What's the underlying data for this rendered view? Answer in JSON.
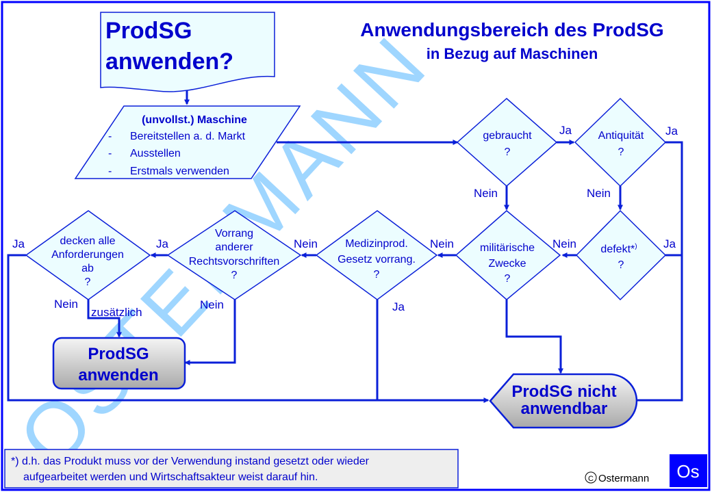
{
  "title": {
    "line1": "Anwendungsbereich des ProdSG",
    "line2": "in Bezug auf Maschinen"
  },
  "watermark": "OSTERMANN",
  "start": {
    "line1": "ProdSG",
    "line2": "anwenden?"
  },
  "input": {
    "heading": "(unvollst.) Maschine",
    "items": [
      "Bereitstellen a. d. Markt",
      "Ausstellen",
      "Erstmals verwenden"
    ]
  },
  "decisions": {
    "gebraucht": {
      "lines": [
        "gebraucht",
        "?"
      ]
    },
    "antiquitaet": {
      "lines": [
        "Antiquität",
        "?"
      ]
    },
    "defekt": {
      "line1": "defekt*",
      "sup": ")",
      "line2": "?"
    },
    "militaerisch": {
      "lines": [
        "militärische",
        "Zwecke",
        "?"
      ]
    },
    "medizin": {
      "lines": [
        "Medizinprod.",
        "Gesetz vorrang.",
        "?"
      ]
    },
    "vorrang": {
      "lines": [
        "Vorrang",
        "anderer",
        "Rechtsvorschriften",
        "?"
      ]
    },
    "decken": {
      "lines": [
        "decken alle",
        "Anforderungen",
        "ab",
        "?"
      ]
    }
  },
  "edges": {
    "ja": "Ja",
    "nein": "Nein",
    "zusaetzlich": "zusätzlich"
  },
  "results": {
    "anwenden": {
      "line1": "ProdSG",
      "line2": "anwenden"
    },
    "nicht": {
      "line1": "ProdSG nicht",
      "line2": "anwendbar"
    }
  },
  "footnote": {
    "line1": "*) d.h. das Produkt muss vor der Verwendung instand gesetzt oder wieder",
    "line2": "aufgearbeitet werden und Wirtschaftsakteur weist darauf hin."
  },
  "copyright": {
    "symbol": "C",
    "name": "Ostermann"
  },
  "logo": "Os",
  "colors": {
    "border": "#0000ff",
    "line": "#0a1fd8",
    "shape_fill": "#ecfdff",
    "title": "#0000cc",
    "watermark": "#9fd6ff",
    "result_top": "#f5f5f5",
    "result_bottom": "#a9a9a9",
    "footnote_fill": "#eeeeee",
    "logo_fill": "#0000ff"
  }
}
